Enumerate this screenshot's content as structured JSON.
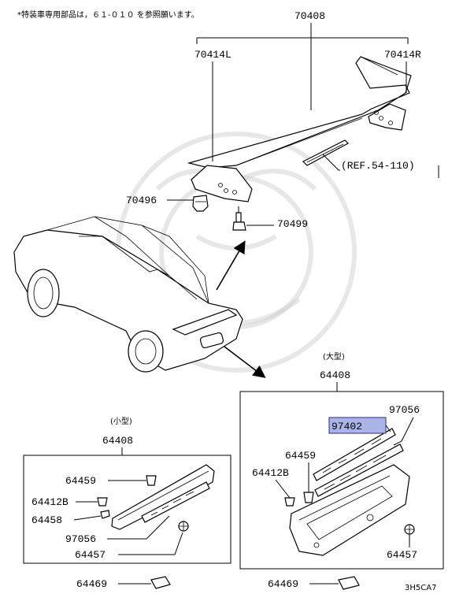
{
  "note": "*特装車専用部品は，６１-０１０ を参照願います。",
  "ref_label": "(REF.54-110)",
  "footer_code": "3H5CA7",
  "highlight_color": "#aab4e6",
  "labels": {
    "spoiler": "70408",
    "spoiler_left": "70414L",
    "spoiler_right": "70414R",
    "clip_70496": "70496",
    "bolt_70499": "70499"
  },
  "large_box": {
    "size_label": "(大型)",
    "part_number": "64408",
    "items": {
      "p97056": "97056",
      "p97402": "97402",
      "p64459": "64459",
      "p64412b": "64412B",
      "p64457": "64457"
    },
    "p64469": "64469"
  },
  "small_box": {
    "size_label": "(小型)",
    "part_number": "64408",
    "items": {
      "p64459": "64459",
      "p64412b": "64412B",
      "p64458": "64458",
      "p97056": "97056",
      "p64457": "64457"
    },
    "p64469": "64469"
  }
}
